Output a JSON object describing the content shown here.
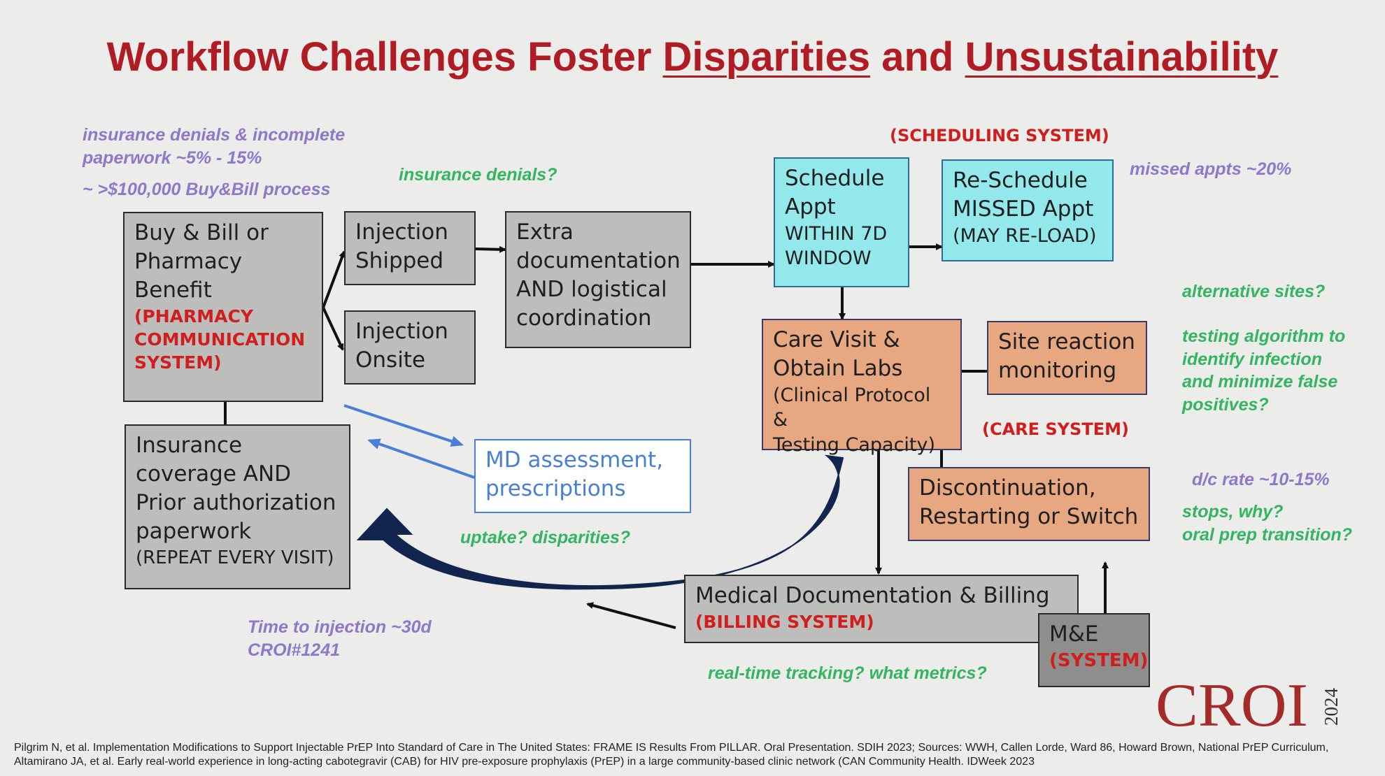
{
  "title": {
    "prefix": "Workflow Challenges Foster ",
    "w1": "Disparities",
    "mid": " and ",
    "w2": "Unsustainability"
  },
  "boxes": {
    "buy_bill": {
      "l1": "Buy & Bill or",
      "l2": "Pharmacy",
      "l3": "Benefit",
      "s1": "(PHARMACY",
      "s2": "COMMUNICATION",
      "s3": "SYSTEM)"
    },
    "inj_shipped": {
      "l1": "Injection",
      "l2": "Shipped"
    },
    "inj_onsite": {
      "l1": "Injection",
      "l2": "Onsite"
    },
    "extra_doc": {
      "l1": "Extra",
      "l2": "documentation",
      "l3": "AND logistical",
      "l4": "coordination"
    },
    "schedule": {
      "l1": "Schedule",
      "l2": "Appt",
      "l3": "WITHIN 7D",
      "l4": "WINDOW"
    },
    "reschedule": {
      "l1": "Re-Schedule",
      "l2": "MISSED Appt",
      "l3": "(MAY RE-LOAD)"
    },
    "care_visit": {
      "l1": "Care Visit &",
      "l2": "Obtain Labs",
      "l3": "(Clinical Protocol &",
      "l4": "Testing Capacity)"
    },
    "site_reaction": {
      "l1": "Site reaction",
      "l2": "monitoring"
    },
    "insurance": {
      "l1": "Insurance",
      "l2": "coverage AND",
      "l3": "Prior authorization",
      "l4": "paperwork",
      "l5": "(REPEAT EVERY VISIT)"
    },
    "md_assessment": {
      "l1": "MD assessment,",
      "l2": "prescriptions"
    },
    "discontinuation": {
      "l1": "Discontinuation,",
      "l2": "Restarting or Switch"
    },
    "med_doc": {
      "l1": "Medical Documentation & Billing",
      "s1": "(BILLING SYSTEM)"
    },
    "me": {
      "l1": "M&E",
      "s1": "(SYSTEM)"
    }
  },
  "system_labels": {
    "scheduling": "(SCHEDULING SYSTEM)",
    "care": "(CARE SYSTEM)"
  },
  "notes": {
    "ins_denials_pct": "insurance denials & incomplete\npaperwork ~5% - 15%",
    "buy_bill_cost": "~ >$100,000 Buy&Bill process",
    "ins_denials_q": "insurance denials?",
    "missed_appts": "missed appts ~20%",
    "alt_sites": "alternative sites?",
    "testing_algo": "testing algorithm to\nidentify infection\nand minimize false\npositives?",
    "dc_rate": "d/c rate ~10-15%",
    "stops": "stops, why?\noral prep transition?",
    "uptake": "uptake? disparities?",
    "time_to_injection": "Time to injection ~30d\nCROI#1241",
    "realtime": "real-time tracking? what metrics?"
  },
  "colors": {
    "title": "#b01c24",
    "system_red": "#d01e1e",
    "purple": "#8f78c9",
    "green": "#33b561",
    "blue": "#4a7fd8",
    "navy": "#12254f"
  },
  "logo": {
    "text": "CROI",
    "year": "2024"
  },
  "citation": {
    "line1": "Pilgrim N, et al. Implementation Modifications to Support Injectable PrEP Into Standard of Care in The United States: FRAME IS Results From PILLAR. Oral Presentation. SDIH 2023; Sources: WWH, Callen Lorde, Ward 86, Howard Brown, National PrEP Curriculum,",
    "line2": "Altamirano JA, et al. Early real-world experience in long-acting cabotegravir (CAB) for HIV pre-exposure prophylaxis (PrEP) in a large community-based clinic network (CAN Community Health. IDWeek 2023"
  }
}
